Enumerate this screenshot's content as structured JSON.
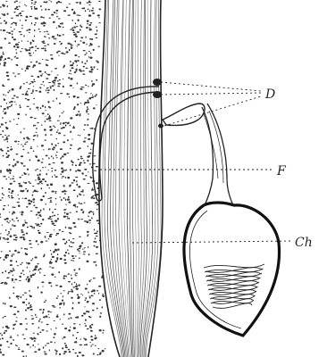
{
  "figure": {
    "labels": {
      "d": "D",
      "f": "F",
      "ch": "Ch"
    },
    "colors": {
      "ink": "#222222",
      "paper": "#ffffff",
      "stipple": "#3a3a3a"
    }
  }
}
